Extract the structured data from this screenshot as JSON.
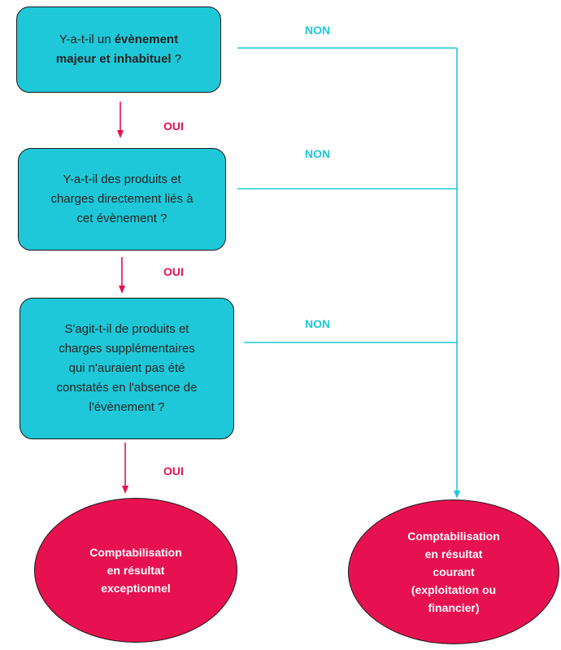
{
  "colors": {
    "cyan": "#1ec8d8",
    "pink": "#e8114f",
    "border": "#1a1a1a"
  },
  "q1": {
    "pre": "Y-a-t-il un ",
    "bold1": "évènement",
    "bold2": "majeur et inhabituel",
    "post": " ?"
  },
  "q2": {
    "line1": "Y-a-t-il des produits et",
    "line2": "charges directement liés à",
    "line3": "cet évènement ?"
  },
  "q3": {
    "line1": "S'agit-t-il de produits et",
    "line2": "charges supplémentaires",
    "line3": "qui n'auraient pas été",
    "line4": "constatés en l'absence de",
    "line5": "l'évènement ?"
  },
  "labels": {
    "non1": "NON",
    "non2": "NON",
    "non3": "NON",
    "oui1": "OUI",
    "oui2": "OUI",
    "oui3": "OUI"
  },
  "result_exceptionnel": {
    "line1": "Comptabilisation",
    "line2": "en résultat",
    "line3": "exceptionnel"
  },
  "result_courant": {
    "line1": "Comptabilisation",
    "line2": "en résultat",
    "line3": "courant",
    "line4": "(exploitation ou",
    "line5": "financier)"
  }
}
